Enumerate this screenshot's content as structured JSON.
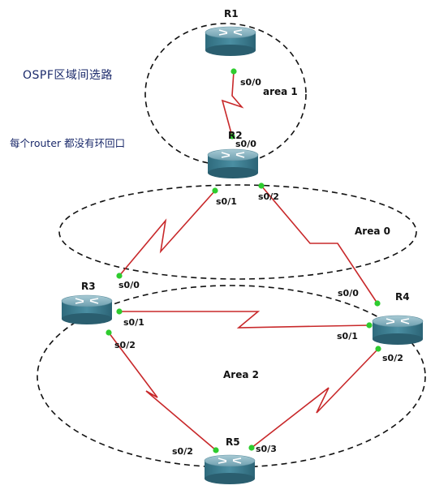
{
  "notes": {
    "title": "OSPF区域间选路",
    "subtitle": "每个router 都没有环回口"
  },
  "routers": {
    "r1": "R1",
    "r2": "R2",
    "r3": "R3",
    "r4": "R4",
    "r5": "R5"
  },
  "areas": {
    "area1": "area 1",
    "area0": "Area 0",
    "area2": "Area 2"
  },
  "interfaces": {
    "r1_s00": "s0/0",
    "r2_s00": "s0/0",
    "r2_s01": "s0/1",
    "r2_s02": "s0/2",
    "r3_s00": "s0/0",
    "r3_s01": "s0/1",
    "r3_s02": "s0/2",
    "r4_s00": "s0/0",
    "r4_s01": "s0/1",
    "r4_s02": "s0/2",
    "r5_s02": "s0/2",
    "r5_s03": "s0/3"
  },
  "colors": {
    "link": "#c8282a",
    "port": "#2ecc2e",
    "router_top": "#8fb6c2",
    "router_body": "#3f7f92",
    "area_border": "#111111"
  }
}
